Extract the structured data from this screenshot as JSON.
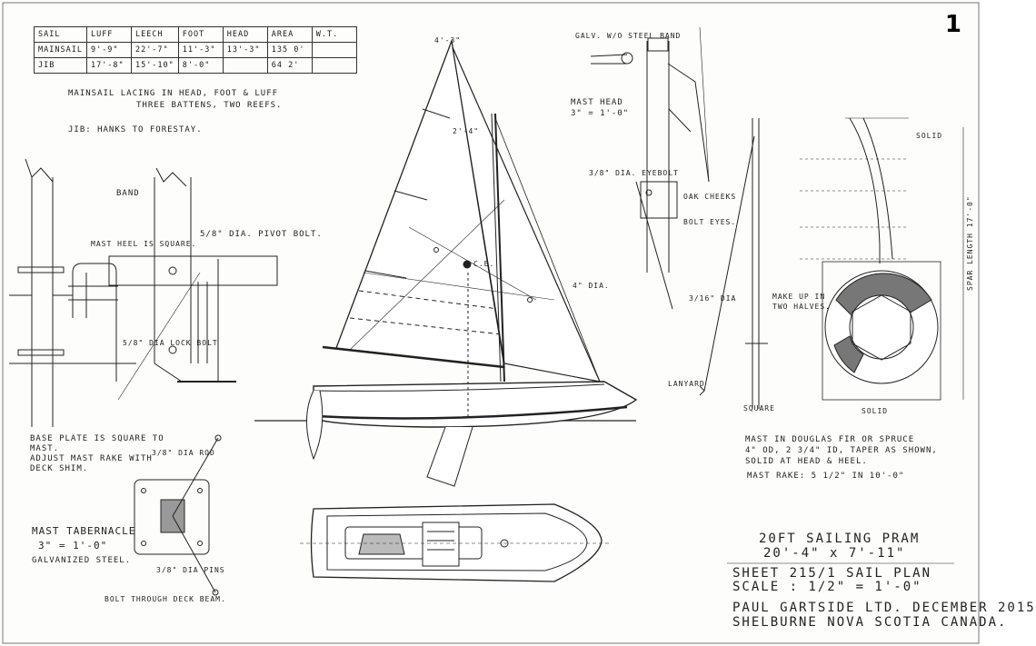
{
  "sheet_number": "1",
  "sail_table": {
    "headers": [
      "SAIL",
      "LUFF",
      "LEECH",
      "FOOT",
      "HEAD",
      "AREA",
      "W.T."
    ],
    "rows": [
      [
        "MAINSAIL",
        "9'-9\"",
        "22'-7\"",
        "11'-3\"",
        "13'-3\"",
        "135 0'",
        ""
      ],
      [
        "JIB",
        "17'-8\"",
        "15'-10\"",
        "8'-0\"",
        "",
        "64 2'",
        ""
      ]
    ]
  },
  "notes": {
    "mainsail_1": "MAINSAIL  LACING IN HEAD, FOOT & LUFF",
    "mainsail_2": "THREE BATTENS, TWO REEFS.",
    "jib": "JIB:      HANKS TO FORESTAY."
  },
  "tabernacle": {
    "pivot_bolt": "5/8\" DIA. PIVOT BOLT.",
    "mast heel": "MAST HEEL IS SQUARE.",
    "band": "BAND",
    "lock_bolt": "5/8\" DIA LOCK BOLT",
    "base_1": "BASE PLATE IS SQUARE TO",
    "base_2": "MAST.",
    "base_3": "ADJUST MAST RAKE WITH",
    "base_4": "DECK SHIM.",
    "title_1": "MAST TABERNACLE",
    "title_2": "3\" = 1'-0\"",
    "title_3": "GALVANIZED STEEL.",
    "rod": "3/8\" DIA ROD",
    "pins": "3/8\" DIA PINS",
    "bolt_through": "BOLT THROUGH DECK BEAM."
  },
  "masthead": {
    "sheave": "GALV. W/O STEEL BAND",
    "title_1": "MAST HEAD",
    "title_2": "3\" = 1'-0\"",
    "eyebolt": "3/8\" DIA. EYEBOLT",
    "cheeks": "OAK CHEEKS",
    "eyes": "BOLT EYES.",
    "dia": "3/16\" DIA",
    "lanyard": "LANYARD",
    "square": "SQUARE"
  },
  "section": {
    "make_up_1": "MAKE UP IN",
    "make_up_2": "TWO HALVES.",
    "spar_length": "SPAR LENGTH 17'-0\"",
    "solid": "SOLID",
    "solid2": "SOLID"
  },
  "mast_notes": {
    "line1": "MAST IN DOUGLAS FIR OR SPRUCE",
    "line2": "4\" OD, 2 3/4\" ID, TAPER AS SHOWN,",
    "line3": "SOLID AT HEAD & HEEL.",
    "rake": "MAST RAKE:  5 1/2\" IN 10'-0\""
  },
  "title_block": {
    "name": "20FT SAILING PRAM",
    "dims": "20'-4\" x 7'-11\"",
    "sheet": "SHEET 215/1    SAIL PLAN",
    "scale": "SCALE :   1/2\" = 1'-0\"",
    "firm": "PAUL GARTSIDE LTD.     DECEMBER 2015",
    "location": "SHELBURNE    NOVA SCOTIA    CANADA."
  },
  "dims": {
    "sail_peak": "4'-3\"",
    "sail_mid": "2'-4\"",
    "foot_dim": "4\" DIA.",
    "ce": "C.E."
  }
}
